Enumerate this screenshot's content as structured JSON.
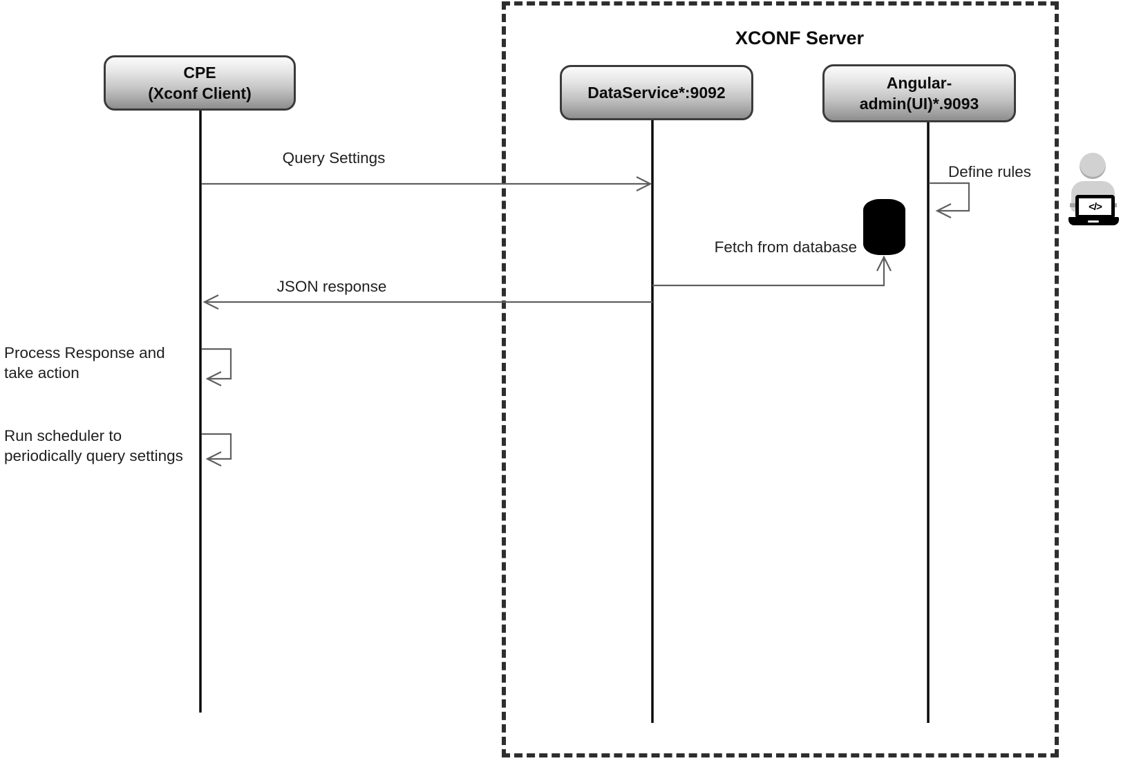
{
  "diagram": {
    "title": "XCONF Server",
    "actors": {
      "cpe": {
        "line1": "CPE",
        "line2": "(Xconf Client)"
      },
      "dataservice": {
        "label": "DataService*:9092"
      },
      "angular_admin": {
        "line1": "Angular-",
        "line2": "admin(UI)*.9093"
      }
    },
    "messages": {
      "query_settings": {
        "label": "Query Settings",
        "from": "CPE (Xconf Client)",
        "to": "DataService*:9092"
      },
      "json_response": {
        "label": "JSON response",
        "from": "DataService*:9092",
        "to": "CPE (Xconf Client)"
      },
      "fetch_from_database": {
        "label": "Fetch from database",
        "from": "DataService*:9092",
        "to": "database"
      },
      "define_rules": {
        "label": "Define rules",
        "on": "Angular-admin(UI)*.9093"
      },
      "process_response": {
        "line1": "Process Response and",
        "line2": "take action",
        "on": "CPE (Xconf Client)"
      },
      "run_scheduler": {
        "line1": "Run scheduler to",
        "line2": "periodically query settings",
        "on": "CPE (Xconf Client)"
      }
    },
    "icons": {
      "database": "database-cylinder-icon",
      "developer": "developer-with-laptop-icon",
      "laptop_screen_glyph": "</>"
    },
    "colors": {
      "arrow": "#5f5f5f",
      "lifeline": "#0a0a0a",
      "boundary_dash": "#2e2e2e",
      "actor_border": "#3a3a3a",
      "actor_gradient_top": "#fbfbfb",
      "actor_gradient_bottom": "#8e8e8e",
      "database_fill": "#000000",
      "person_fill": "#d1d1d1",
      "laptop_fill": "#000000",
      "background": "#ffffff"
    }
  }
}
